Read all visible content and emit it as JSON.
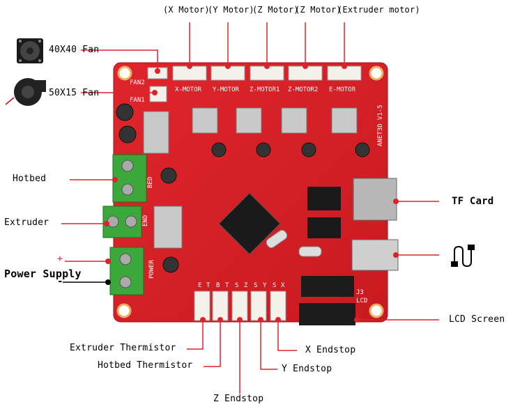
{
  "top_labels": {
    "x_motor": "(X Motor)",
    "y_motor": "(Y Motor)",
    "z_motor_1": "(Z Motor)",
    "z_motor_2": "(Z Motor)",
    "extruder_motor": "(Extruder motor)"
  },
  "left_labels": {
    "fan_40": "40X40 Fan",
    "fan_50": "50X15 Fan",
    "hotbed": "Hotbed",
    "extruder": "Extruder",
    "plus": "+",
    "power_supply": "Power Supply",
    "minus": "-"
  },
  "right_labels": {
    "tf_card": "TF Card",
    "lcd_screen": "LCD Screen"
  },
  "bottom_labels": {
    "extruder_thermistor": "Extruder Thermistor",
    "hotbed_thermistor": "Hotbed Thermistor",
    "z_endstop": "Z Endstop",
    "y_endstop": "Y Endstop",
    "x_endstop": "X Endstop"
  },
  "board_silk": {
    "x_motor": "X-MOTOR",
    "y_motor": "Y-MOTOR",
    "z_motor1": "Z-MOTOR1",
    "z_motor2": "Z-MOTOR2",
    "e_motor": "E-MOTOR",
    "fan2": "FAN2",
    "fan1": "FAN1",
    "model": "ANET3D V1-5",
    "bed": "BED",
    "end": "END",
    "power": "POWER",
    "lcd": "LCD",
    "j3": "J3",
    "endstop_pins": [
      "E",
      "T",
      "B",
      "T",
      "S",
      "Z",
      "S",
      "Y",
      "S",
      "X"
    ]
  },
  "colors": {
    "board": "#d81f26",
    "board_dark": "#a8141a",
    "line": "#e0202a",
    "connector": "#f4f0ea",
    "terminal": "#3aa83a"
  },
  "icons": [
    "fan-40-icon",
    "fan-50-icon",
    "usb-icon"
  ]
}
